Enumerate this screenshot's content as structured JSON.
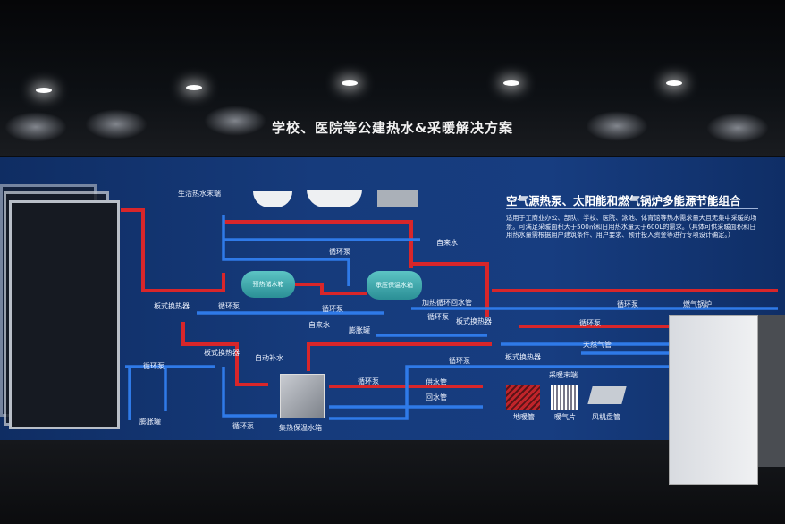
{
  "header": {
    "title": "学校、医院等公建热水&采暖解决方案"
  },
  "info": {
    "heading": "空气源热泵、太阳能和燃气锅炉多能源节能组合",
    "desc": "适用于工商业办公、部队、学校、医院、泳池、体育馆等热水需求量大且无集中采暖的场景。可满足采暖面积大于500㎡和日用热水量大于600L的需求。（具体可供采暖面积和日用热水量需根据用户建筑条件、用户要求、预计投入资金等进行专项设计确定。）"
  },
  "labels": {
    "terminal": "生活热水末端",
    "tap1": "自来水",
    "pump1": "循环泵",
    "tank1": "预热储水箱",
    "tank2": "承压保温水箱",
    "return": "加热循环回水管",
    "hx1": "板式换热器",
    "pump2": "循环泵",
    "pump3": "循环泵",
    "tap2": "自来水",
    "pump4": "循环泵",
    "hx2": "板式换热器",
    "exp1": "膨胀罐",
    "hx3": "板式换热器",
    "auto": "自动补水",
    "pump5": "循环泵",
    "pump6": "循环泵",
    "hx4": "板式换热器",
    "pump7": "循环泵",
    "boiler": "燃气锅炉",
    "pump8": "循环泵",
    "gas": "天然气管",
    "pump9": "循环泵",
    "supply": "供水管",
    "back": "回水管",
    "heating_end": "采暖末端",
    "floor_heat": "地暖管",
    "radiator": "暖气片",
    "fancoil": "风机盘管",
    "exp2": "膨胀罐",
    "pump10": "循环泵",
    "solar_tank": "集热保温水箱"
  },
  "colors": {
    "hot": "#d8262a",
    "cold": "#1f6fe0",
    "wall": "#163b7c"
  }
}
